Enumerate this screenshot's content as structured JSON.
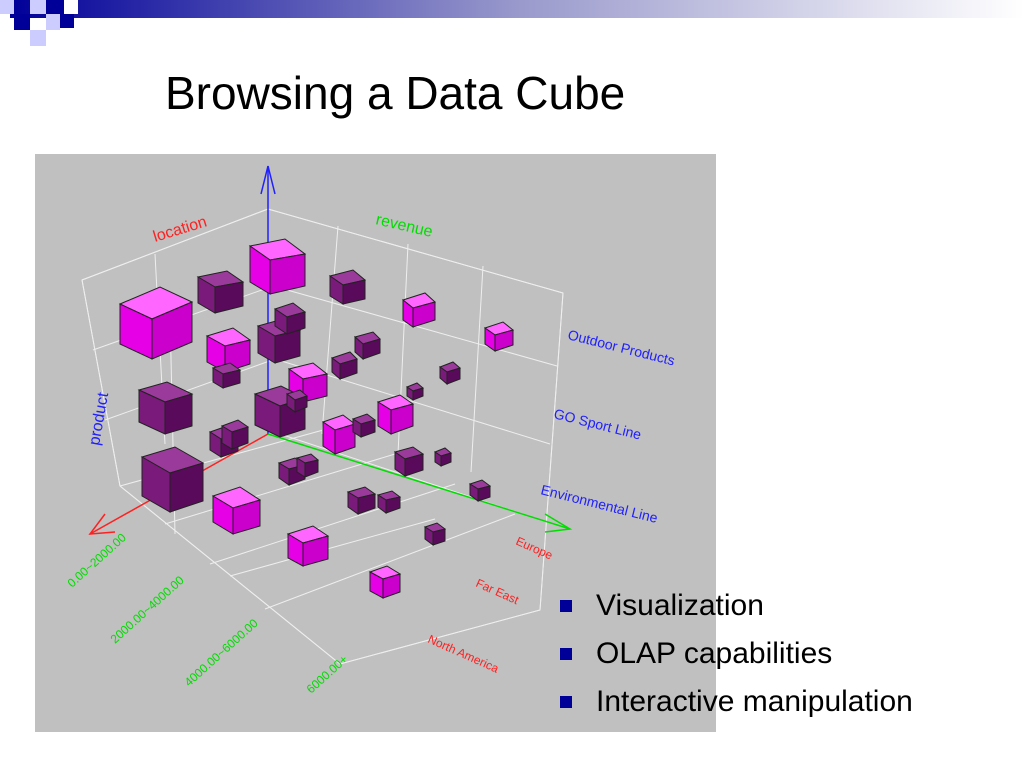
{
  "slide": {
    "title": "Browsing a Data Cube",
    "accent_color": "#000099"
  },
  "bullets": [
    {
      "text": "Visualization"
    },
    {
      "text": "OLAP capabilities"
    },
    {
      "text": "Interactive manipulation"
    }
  ],
  "cube": {
    "axis_labels": {
      "location": "location",
      "revenue": "revenue",
      "product": "product"
    },
    "product_labels": [
      "Outdoor Products",
      "GO Sport Line",
      "Environmental Line"
    ],
    "revenue_labels": [
      "0.00~2000.00",
      "2000.00~4000.00",
      "4000.00~6000.00",
      "6000.00+"
    ],
    "location_labels": [
      "Europe",
      "Far East",
      "North America"
    ],
    "colors": {
      "background": "#c0c0c0",
      "cube_bright": "#e600e6",
      "cube_dark": "#6e0f6e",
      "location_axis": "#ff2020",
      "revenue_axis": "#00dd00",
      "product_axis": "#2020ff",
      "grid": "#eeeeee"
    }
  }
}
